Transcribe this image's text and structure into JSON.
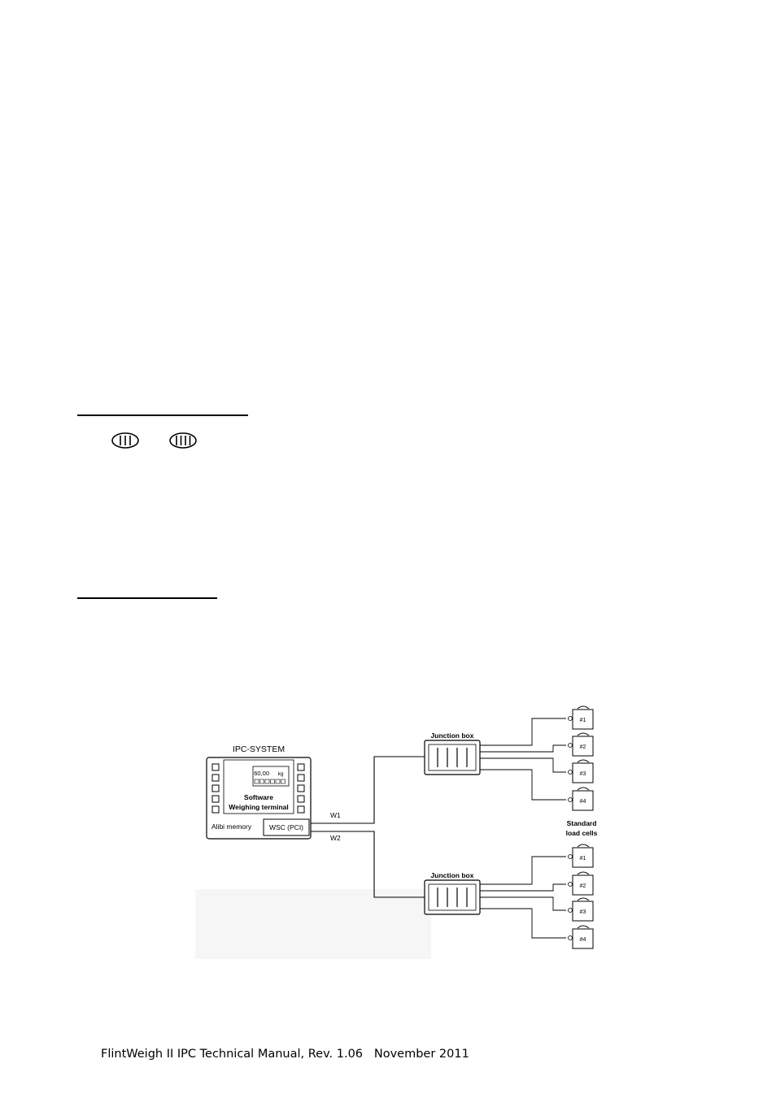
{
  "diagram": {
    "system_title": "IPC-SYSTEM",
    "display_value": "60,00",
    "display_unit": "kg",
    "software_line1": "Software",
    "software_line2": "Weighing terminal",
    "alibi_label": "Alibi memory",
    "wsc_label": "WSC (PCI)",
    "w1_label": "W1",
    "w2_label": "W2",
    "junction_box_top": "Junction box",
    "junction_box_bottom": "Junction box",
    "load_cells_label_line1": "Standard",
    "load_cells_label_line2": "load cells",
    "cells_top": [
      "#1",
      "#2",
      "#3",
      "#4"
    ],
    "cells_bottom": [
      "#1",
      "#2",
      "#3",
      "#4"
    ]
  },
  "footer": {
    "text": "FlintWeigh II IPC Technical Manual, Rev. 1.06   November 2011"
  }
}
